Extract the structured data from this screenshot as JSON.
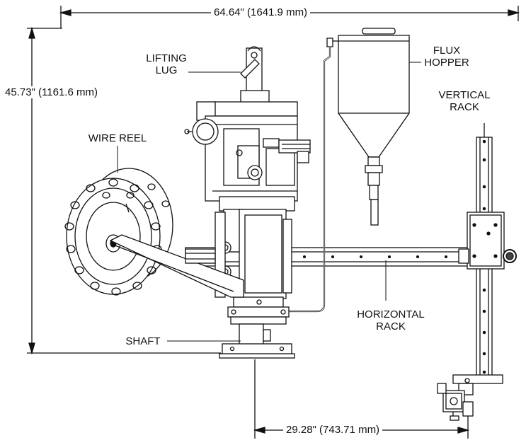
{
  "dimensions": {
    "width": "64.64\" (1641.9 mm)",
    "height": "45.73\" (1161.6 mm)",
    "offset": "29.28\" (743.71 mm)"
  },
  "labels": {
    "lifting_lug": [
      "LIFTING",
      "LUG"
    ],
    "flux_hopper": [
      "FLUX",
      "HOPPER"
    ],
    "vertical_rack": [
      "VERTICAL",
      "RACK"
    ],
    "wire_reel": "WIRE REEL",
    "horizontal_rack": [
      "HORIZONTAL",
      "RACK"
    ],
    "shaft": "SHAFT"
  },
  "colors": {
    "line": "#111111",
    "fill": "#ffffff",
    "shade": "#d9d9d9",
    "dark": "#444444"
  }
}
